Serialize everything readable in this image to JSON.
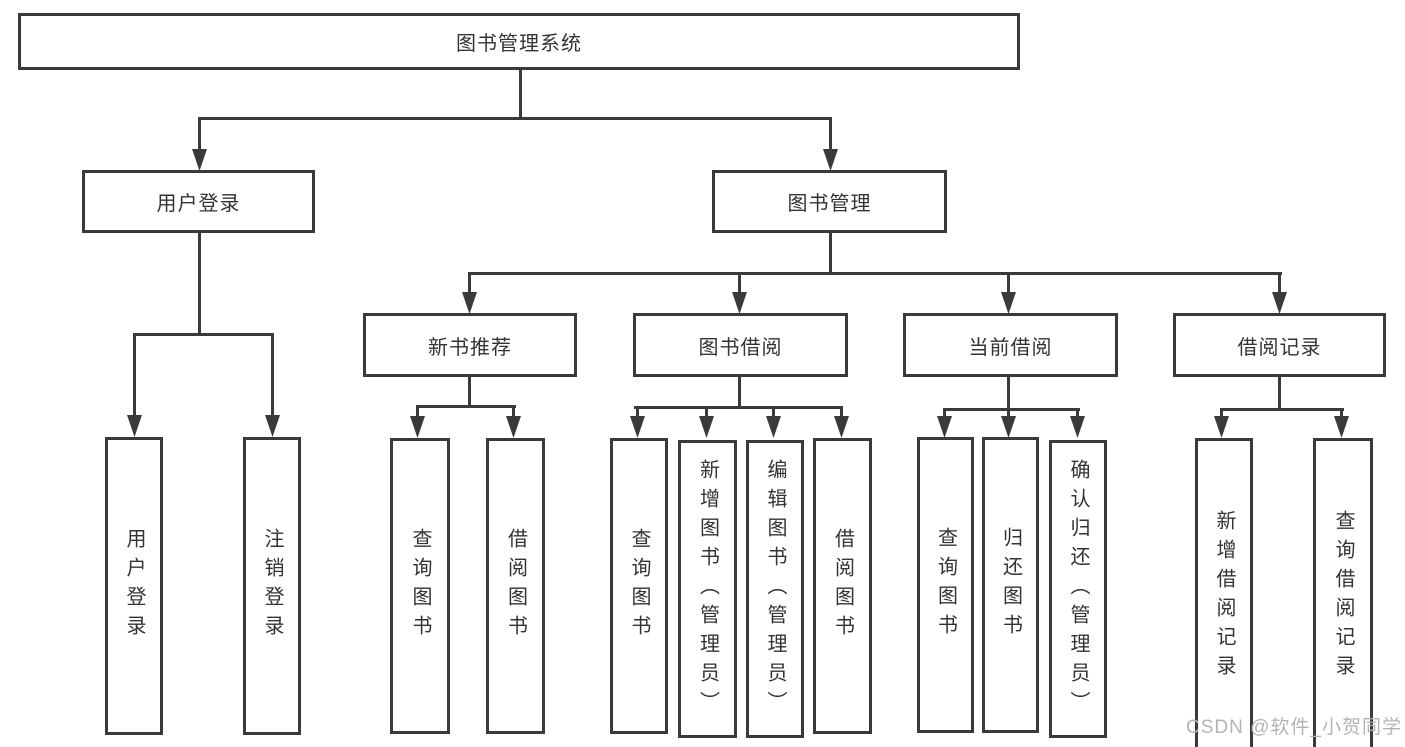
{
  "tree": {
    "root_label": "图书管理系统",
    "branches": [
      {
        "label": "用户登录",
        "children": [
          {
            "label": "用户登录"
          },
          {
            "label": "注销登录"
          }
        ]
      },
      {
        "label": "图书管理",
        "children": [
          {
            "label": "新书推荐",
            "children": [
              {
                "label": "查询图书"
              },
              {
                "label": "借阅图书"
              }
            ]
          },
          {
            "label": "图书借阅",
            "children": [
              {
                "label": "查询图书"
              },
              {
                "label": "新增图书（管理员）"
              },
              {
                "label": "编辑图书（管理员）"
              },
              {
                "label": "借阅图书"
              }
            ]
          },
          {
            "label": "当前借阅",
            "children": [
              {
                "label": "查询图书"
              },
              {
                "label": "归还图书"
              },
              {
                "label": "确认归还（管理员）"
              }
            ]
          },
          {
            "label": "借阅记录",
            "children": [
              {
                "label": "新增借阅记录"
              },
              {
                "label": "查询借阅记录"
              }
            ]
          }
        ]
      }
    ]
  },
  "watermark": {
    "text": "CSDN @软件_小贺同学"
  },
  "colors": {
    "line": "#3a3a3a",
    "text": "#333333",
    "background": "#ffffff",
    "watermark": "#b4b4b4"
  }
}
